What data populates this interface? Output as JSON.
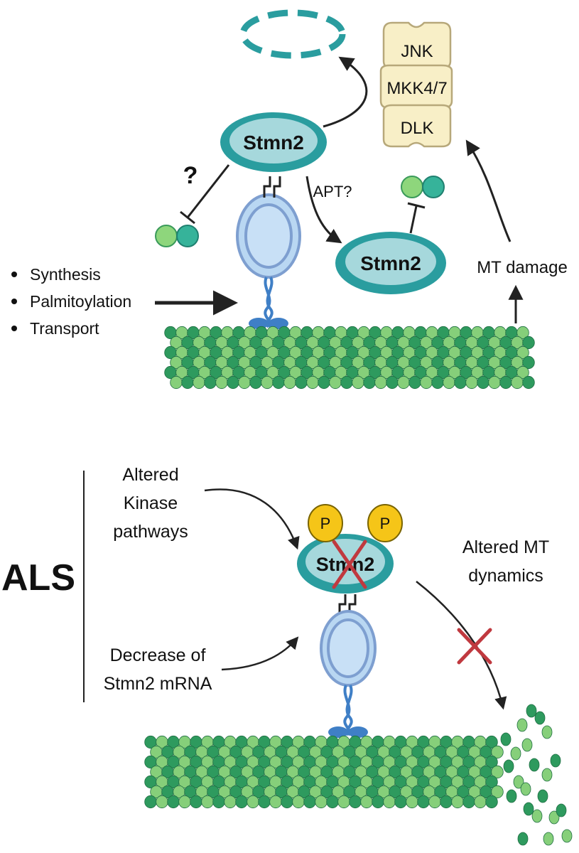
{
  "colors": {
    "stmn2_fill": "#9fd3d7",
    "stmn2_stroke": "#2a9d9f",
    "vesicle_fill": "#b9d7f2",
    "vesicle_stroke": "#7e9fd0",
    "kinase_fill": "#f8efc7",
    "kinase_stroke": "#b7a87a",
    "microtubule_dark": "#2e9a5e",
    "microtubule_light": "#86cf7a",
    "phospho_fill": "#f5c518",
    "inhibit_x": "#c0393f",
    "arrow": "#222222"
  },
  "top": {
    "stmn2_main": "Stmn2",
    "stmn2_released": "Stmn2",
    "question_mark": "?",
    "apt_label": "APT?",
    "kinase_stack": [
      "JNK",
      "MKK4/7",
      "DLK"
    ],
    "mt_damage": "MT damage",
    "bullets": [
      "Synthesis",
      "Palmitoylation",
      "Transport"
    ]
  },
  "bottom": {
    "disease_label": "ALS",
    "kinase_text": [
      "Altered",
      "Kinase",
      "pathways"
    ],
    "mrna_text": [
      "Decrease of",
      "Stmn2 mRNA"
    ],
    "stmn2_label": "Stmn2",
    "phospho_label": "P",
    "mt_text": [
      "Altered MT",
      "dynamics"
    ]
  }
}
